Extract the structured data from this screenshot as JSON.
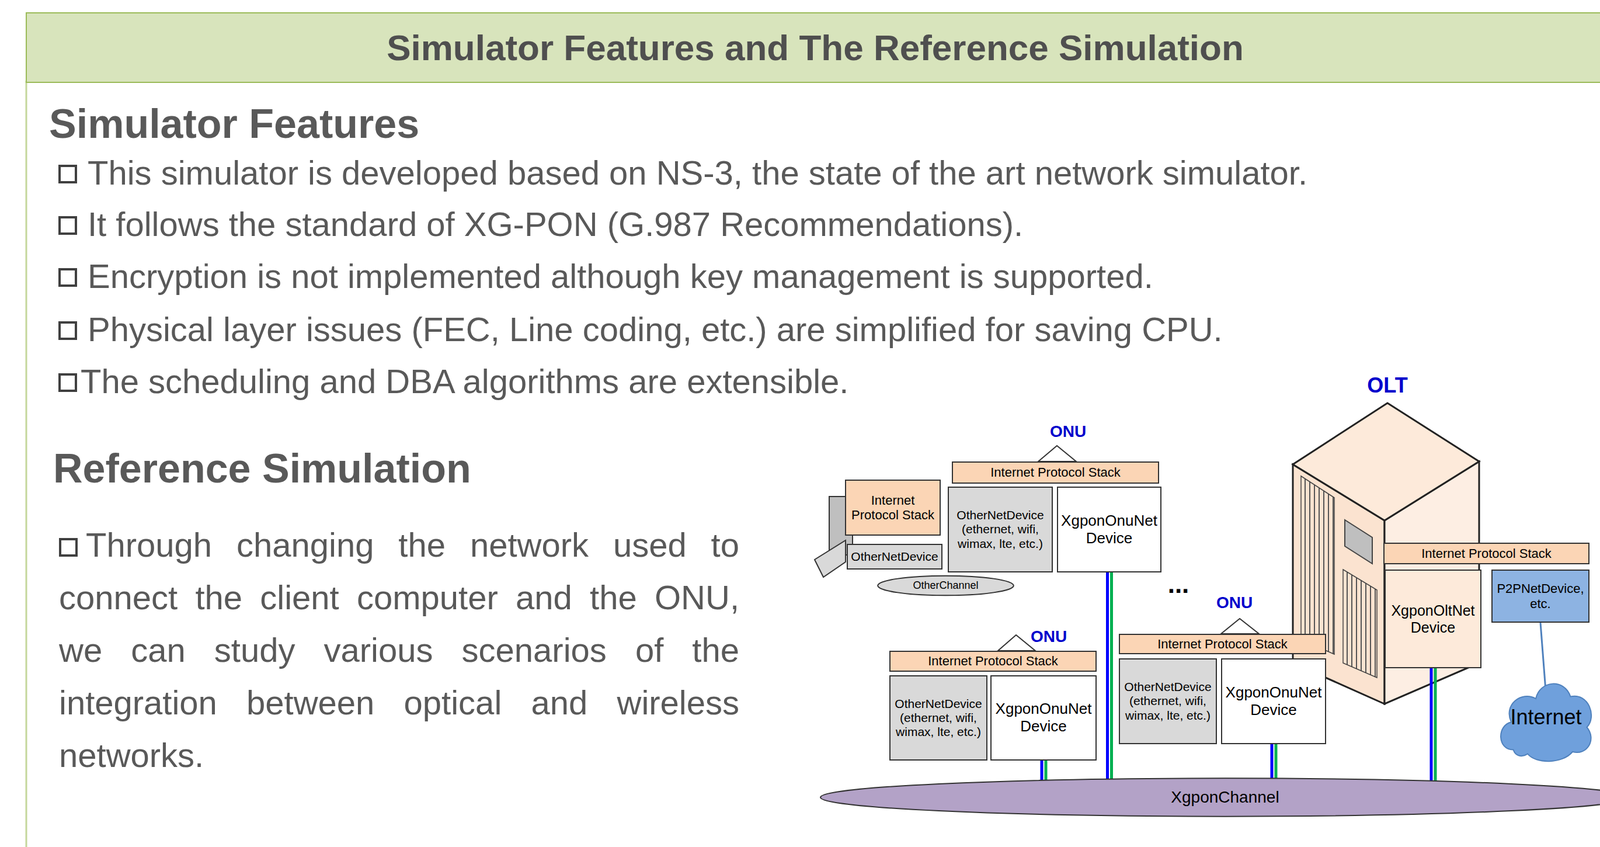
{
  "diagram": {
    "title": "Simulator Features and The Reference Simulation",
    "nodes": [
      {
        "text": [
          "Internet Protocol Stack"
        ]
      },
      {
        "text": [
          "OtherNetDevice"
        ]
      },
      {
        "text": [
          "OtherChannel"
        ]
      },
      {
        "text": [
          "Internet Protocol Stack"
        ]
      },
      {
        "text": [
          "OtherNetDevice (ethernet, wifi, wimax, lte, etc.)"
        ]
      },
      {
        "text": [
          "XgponOnuNet Device"
        ]
      },
      {
        "text": [
          "Internet Protocol Stack"
        ]
      },
      {
        "text": [
          "XgponOltNet Device"
        ]
      },
      {
        "text": [
          "P2PNetDevice, etc."
        ]
      },
      {
        "text": [
          "Internet Protocol Stack"
        ]
      },
      {
        "text": [
          "OtherNetDevice (ethernet, wifi, wimax, lte, etc.)"
        ]
      },
      {
        "text": [
          "XgponOnuNet Device"
        ]
      },
      {
        "text": [
          "Internet Protocol Stack"
        ]
      },
      {
        "text": [
          "OtherNetDevice (ethernet, wifi, wimax, lte, etc.)"
        ]
      },
      {
        "text": [
          "XgponOnuNet Device"
        ]
      },
      {
        "text": [
          "Internet"
        ]
      },
      {
        "text": [
          "XgponChannel"
        ]
      }
    ],
    "edges": [
      {
        "from": 5,
        "to": 16,
        "arrow": "none"
      },
      {
        "from": 11,
        "to": 16,
        "arrow": "none"
      },
      {
        "from": 14,
        "to": 16,
        "arrow": "none"
      },
      {
        "from": 7,
        "to": 16,
        "arrow": "none"
      },
      {
        "from": 8,
        "to": 15,
        "arrow": "none"
      }
    ],
    "labels": [
      "Simulator Features",
      "This simulator is developed based on NS-3, the state of the art network simulator.",
      "It follows the standard of XG-PON (G.987 Recommendations).",
      "Encryption is not implemented although key management is supported.",
      "Physical layer issues (FEC, Line coding, etc.) are simplified for saving CPU.",
      "The scheduling and DBA algorithms are extensible.",
      "Reference Simulation",
      "Through changing the network used to connect the client computer and the ONU, we can study various scenarios of the integration between optical and wireless networks.",
      "ONU",
      "ONU",
      "ONU",
      "OLT",
      "..."
    ]
  }
}
